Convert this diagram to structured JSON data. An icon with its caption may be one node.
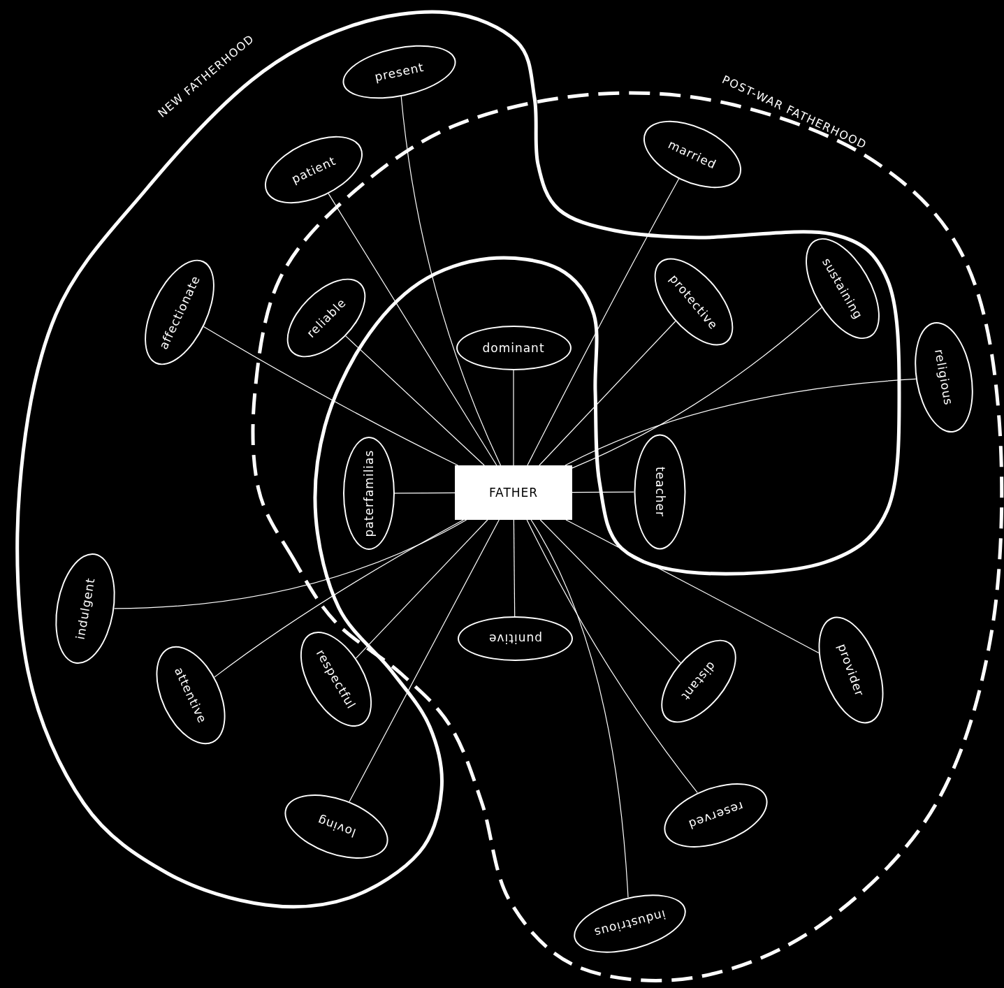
{
  "diagram": {
    "nodes": [
      {
        "text": [
          "FATHER"
        ]
      },
      {
        "text": [
          "present"
        ]
      },
      {
        "text": [
          "patient"
        ]
      },
      {
        "text": [
          "married"
        ]
      },
      {
        "text": [
          "affectionate"
        ]
      },
      {
        "text": [
          "reliable"
        ]
      },
      {
        "text": [
          "protective"
        ]
      },
      {
        "text": [
          "sustaining"
        ]
      },
      {
        "text": [
          "dominant"
        ]
      },
      {
        "text": [
          "religious"
        ]
      },
      {
        "text": [
          "paterfamilias"
        ]
      },
      {
        "text": [
          "teacher"
        ]
      },
      {
        "text": [
          "indulgent"
        ]
      },
      {
        "text": [
          "attentive"
        ]
      },
      {
        "text": [
          "respectful"
        ]
      },
      {
        "text": [
          "punitive"
        ]
      },
      {
        "text": [
          "distant"
        ]
      },
      {
        "text": [
          "provider"
        ]
      },
      {
        "text": [
          "loving"
        ]
      },
      {
        "text": [
          "reserved"
        ]
      },
      {
        "text": [
          "industrious"
        ]
      }
    ],
    "edges": [
      {
        "from": 0,
        "to": 1,
        "arrow": "none"
      },
      {
        "from": 0,
        "to": 2,
        "arrow": "none"
      },
      {
        "from": 0,
        "to": 3,
        "arrow": "none"
      },
      {
        "from": 0,
        "to": 4,
        "arrow": "none"
      },
      {
        "from": 0,
        "to": 5,
        "arrow": "none"
      },
      {
        "from": 0,
        "to": 6,
        "arrow": "none"
      },
      {
        "from": 0,
        "to": 7,
        "arrow": "none"
      },
      {
        "from": 0,
        "to": 8,
        "arrow": "none"
      },
      {
        "from": 0,
        "to": 9,
        "arrow": "none"
      },
      {
        "from": 0,
        "to": 10,
        "arrow": "none"
      },
      {
        "from": 0,
        "to": 11,
        "arrow": "none"
      },
      {
        "from": 0,
        "to": 12,
        "arrow": "none"
      },
      {
        "from": 0,
        "to": 13,
        "arrow": "none"
      },
      {
        "from": 0,
        "to": 14,
        "arrow": "none"
      },
      {
        "from": 0,
        "to": 15,
        "arrow": "none"
      },
      {
        "from": 0,
        "to": 16,
        "arrow": "none"
      },
      {
        "from": 0,
        "to": 17,
        "arrow": "none"
      },
      {
        "from": 0,
        "to": 18,
        "arrow": "none"
      },
      {
        "from": 0,
        "to": 19,
        "arrow": "none"
      },
      {
        "from": 0,
        "to": 20,
        "arrow": "none"
      }
    ],
    "labels": [
      "NEW FATHERHOOD",
      "POST-WAR FATHERHOOD"
    ]
  }
}
